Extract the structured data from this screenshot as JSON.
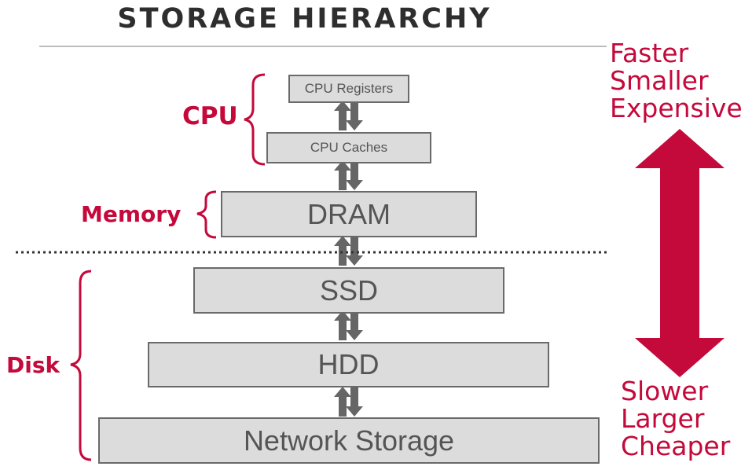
{
  "title": "STORAGE HIERARCHY",
  "tiers": {
    "cpu_registers": "CPU Registers",
    "cpu_caches": "CPU Caches",
    "dram": "DRAM",
    "ssd": "SSD",
    "hdd": "HDD",
    "network_storage": "Network Storage"
  },
  "groups": {
    "cpu": "CPU",
    "memory": "Memory",
    "disk": "Disk"
  },
  "top_labels": [
    "Faster",
    "Smaller",
    "Expensive"
  ],
  "bottom_labels": [
    "Slower",
    "Larger",
    "Cheaper"
  ],
  "colors": {
    "accent": "#c4093b",
    "box_fill": "#dcdcdc",
    "arrow": "#666666"
  }
}
